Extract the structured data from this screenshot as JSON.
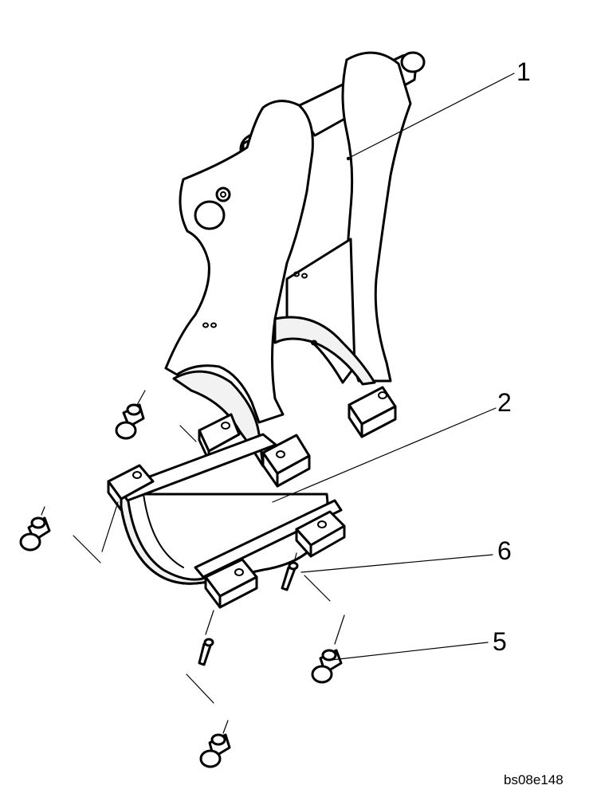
{
  "callouts": [
    {
      "id": "1",
      "label": "1"
    },
    {
      "id": "2",
      "label": "2"
    },
    {
      "id": "6",
      "label": "6"
    },
    {
      "id": "5",
      "label": "5"
    }
  ],
  "figure_ref": "bs08e148"
}
